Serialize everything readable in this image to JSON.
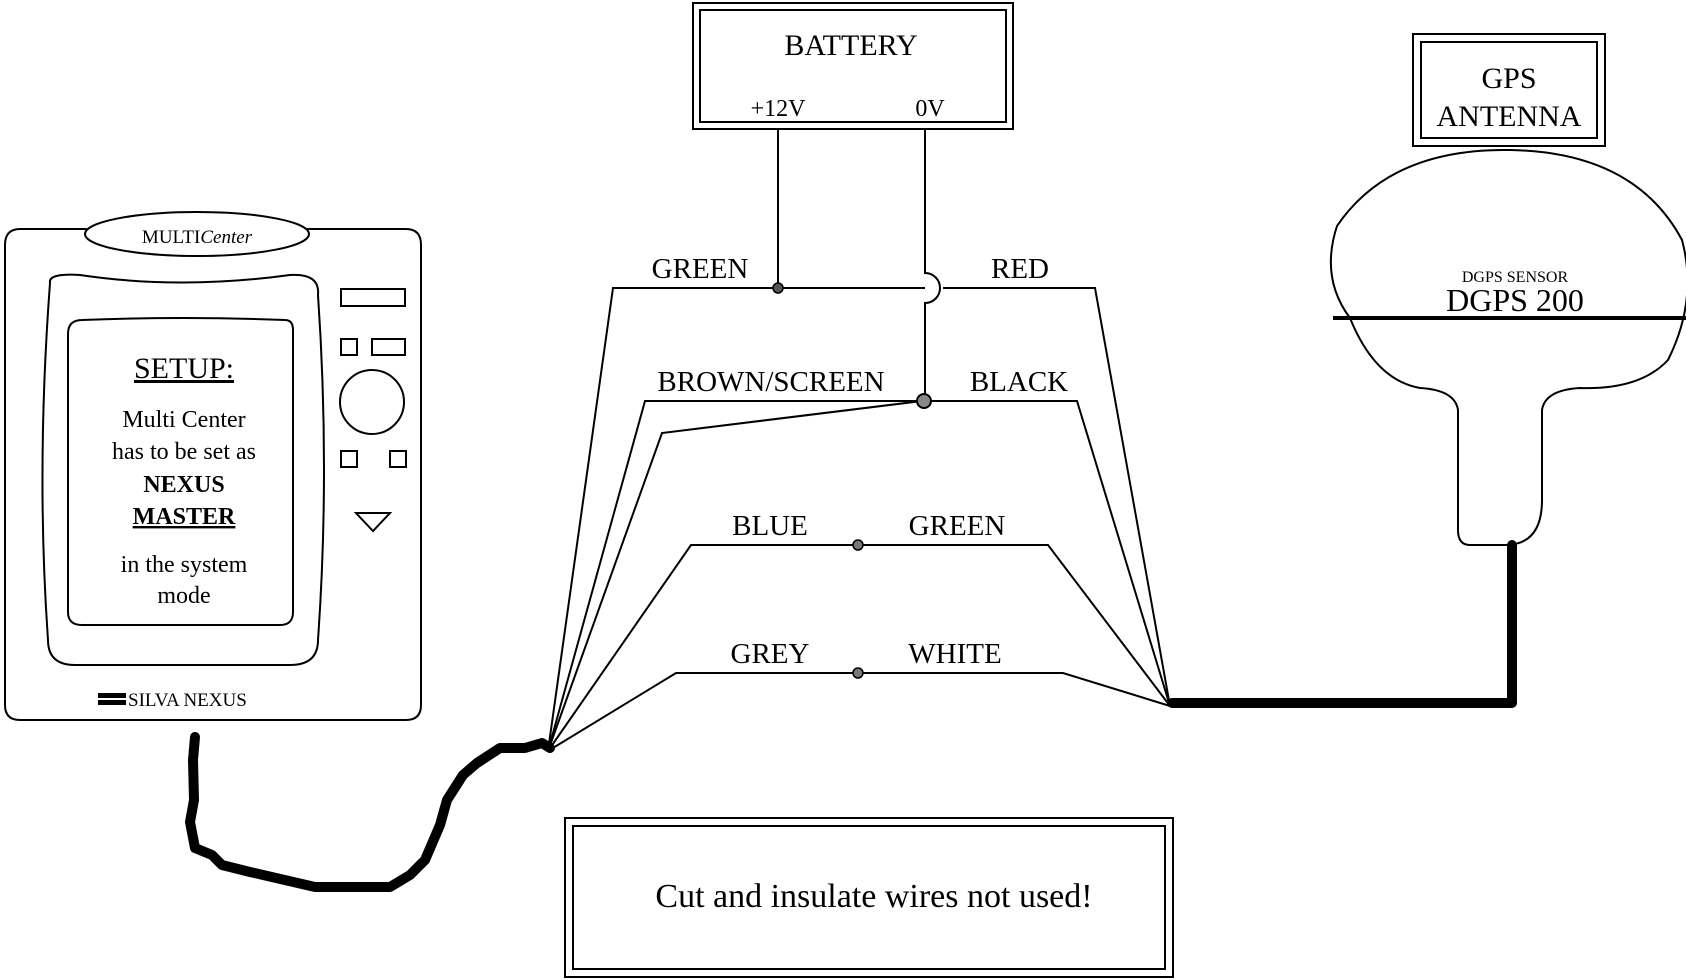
{
  "battery": {
    "title": "BATTERY",
    "pos_label": "+12V",
    "neg_label": "0V"
  },
  "gps_antenna": {
    "line1": "GPS",
    "line2": "ANTENNA"
  },
  "dgps_sensor": {
    "caption": "DGPS SENSOR",
    "model": "DGPS 200"
  },
  "multicenter": {
    "badge_main": "MULTI",
    "badge_italic": "Center",
    "screen": {
      "heading": "SETUP:",
      "line1": "Multi Center",
      "line2": "has to be set as",
      "line3": "NEXUS",
      "line4": "MASTER",
      "line5": "in the system",
      "line6": "mode"
    },
    "brand": "SILVA NEXUS"
  },
  "wires": {
    "green_left": "GREEN",
    "red": "RED",
    "brown_screen": "BROWN/SCREEN",
    "black": "BLACK",
    "blue": "BLUE",
    "green_right": "GREEN",
    "grey": "GREY",
    "white": "WHITE"
  },
  "note": "Cut and insulate wires not used!"
}
